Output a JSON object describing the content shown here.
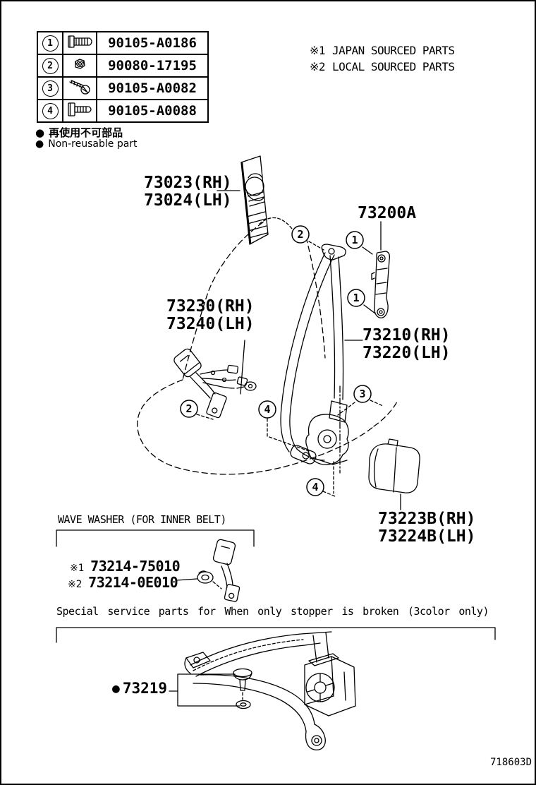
{
  "bullet": "●",
  "doc_code": "718603D",
  "fastener_table": {
    "rows": [
      {
        "callout": "1",
        "icon": "flange-bolt",
        "part_number": "90105-A0186"
      },
      {
        "callout": "2",
        "icon": "nut",
        "part_number": "90080-17195"
      },
      {
        "callout": "3",
        "icon": "tapping-screw",
        "part_number": "90105-A0082"
      },
      {
        "callout": "4",
        "icon": "washer-bolt",
        "part_number": "90105-A0088"
      }
    ]
  },
  "legend": {
    "jp": "再使用不可部品",
    "en": "Non-reusable part"
  },
  "sourcing_notes": [
    {
      "mark": "※1",
      "text": "JAPAN SOURCED PARTS"
    },
    {
      "mark": "※2",
      "text": "LOCAL SOURCED PARTS"
    }
  ],
  "part_labels": {
    "shoulder_anchor_rh": "73023(RH)",
    "shoulder_anchor_lh": "73024(LH)",
    "adjuster": "73200A",
    "inner_belt_rh": "73230(RH)",
    "inner_belt_lh": "73240(LH)",
    "outer_belt_rh": "73210(RH)",
    "outer_belt_lh": "73220(LH)",
    "cover_rh": "73223B(RH)",
    "cover_lh": "73224B(LH)"
  },
  "wave_washer": {
    "title": "WAVE WASHER (FOR INNER BELT)",
    "items": [
      {
        "mark": "※1",
        "part_number": "73214-75010"
      },
      {
        "mark": "※2",
        "part_number": "73214-0E010"
      }
    ]
  },
  "special_service": {
    "note": "Special service parts for When only stopper is broken (3color only)",
    "part_number": "73219"
  },
  "callouts": [
    {
      "n": "2"
    },
    {
      "n": "1"
    },
    {
      "n": "1"
    },
    {
      "n": "2"
    },
    {
      "n": "4"
    },
    {
      "n": "3"
    },
    {
      "n": "4"
    }
  ]
}
